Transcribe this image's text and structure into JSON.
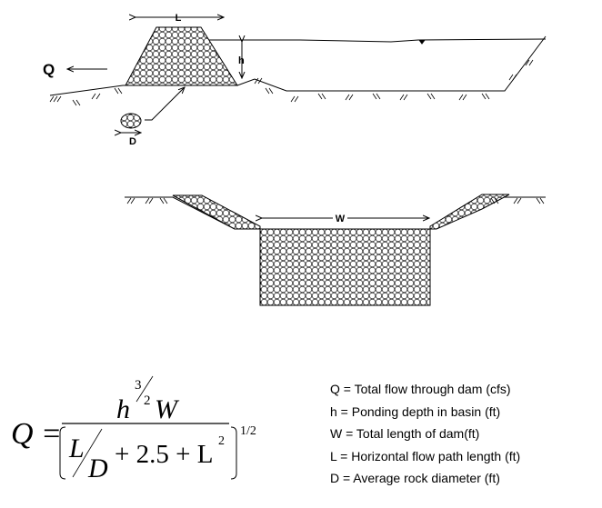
{
  "labels": {
    "flow": "Q",
    "length": "L",
    "height": "h",
    "diameter": "D",
    "width": "W"
  },
  "equation": {
    "lhs": "Q =",
    "num_h": "h",
    "num_exp_top": "3",
    "num_exp_bottom": "2",
    "num_w": "W",
    "den_l": "L",
    "den_d": "D",
    "den_rest": "+ 2.5 + L",
    "den_sq": "2",
    "outer_exp": "1/2"
  },
  "legend": [
    {
      "text": "Q =  Total flow through dam (cfs)"
    },
    {
      "text": "h =  Ponding depth in basin (ft)"
    },
    {
      "text": "W =  Total length of dam(ft)"
    },
    {
      "text": "L =  Horizontal flow path length (ft)"
    },
    {
      "text": "D =  Average rock diameter  (ft)"
    }
  ]
}
